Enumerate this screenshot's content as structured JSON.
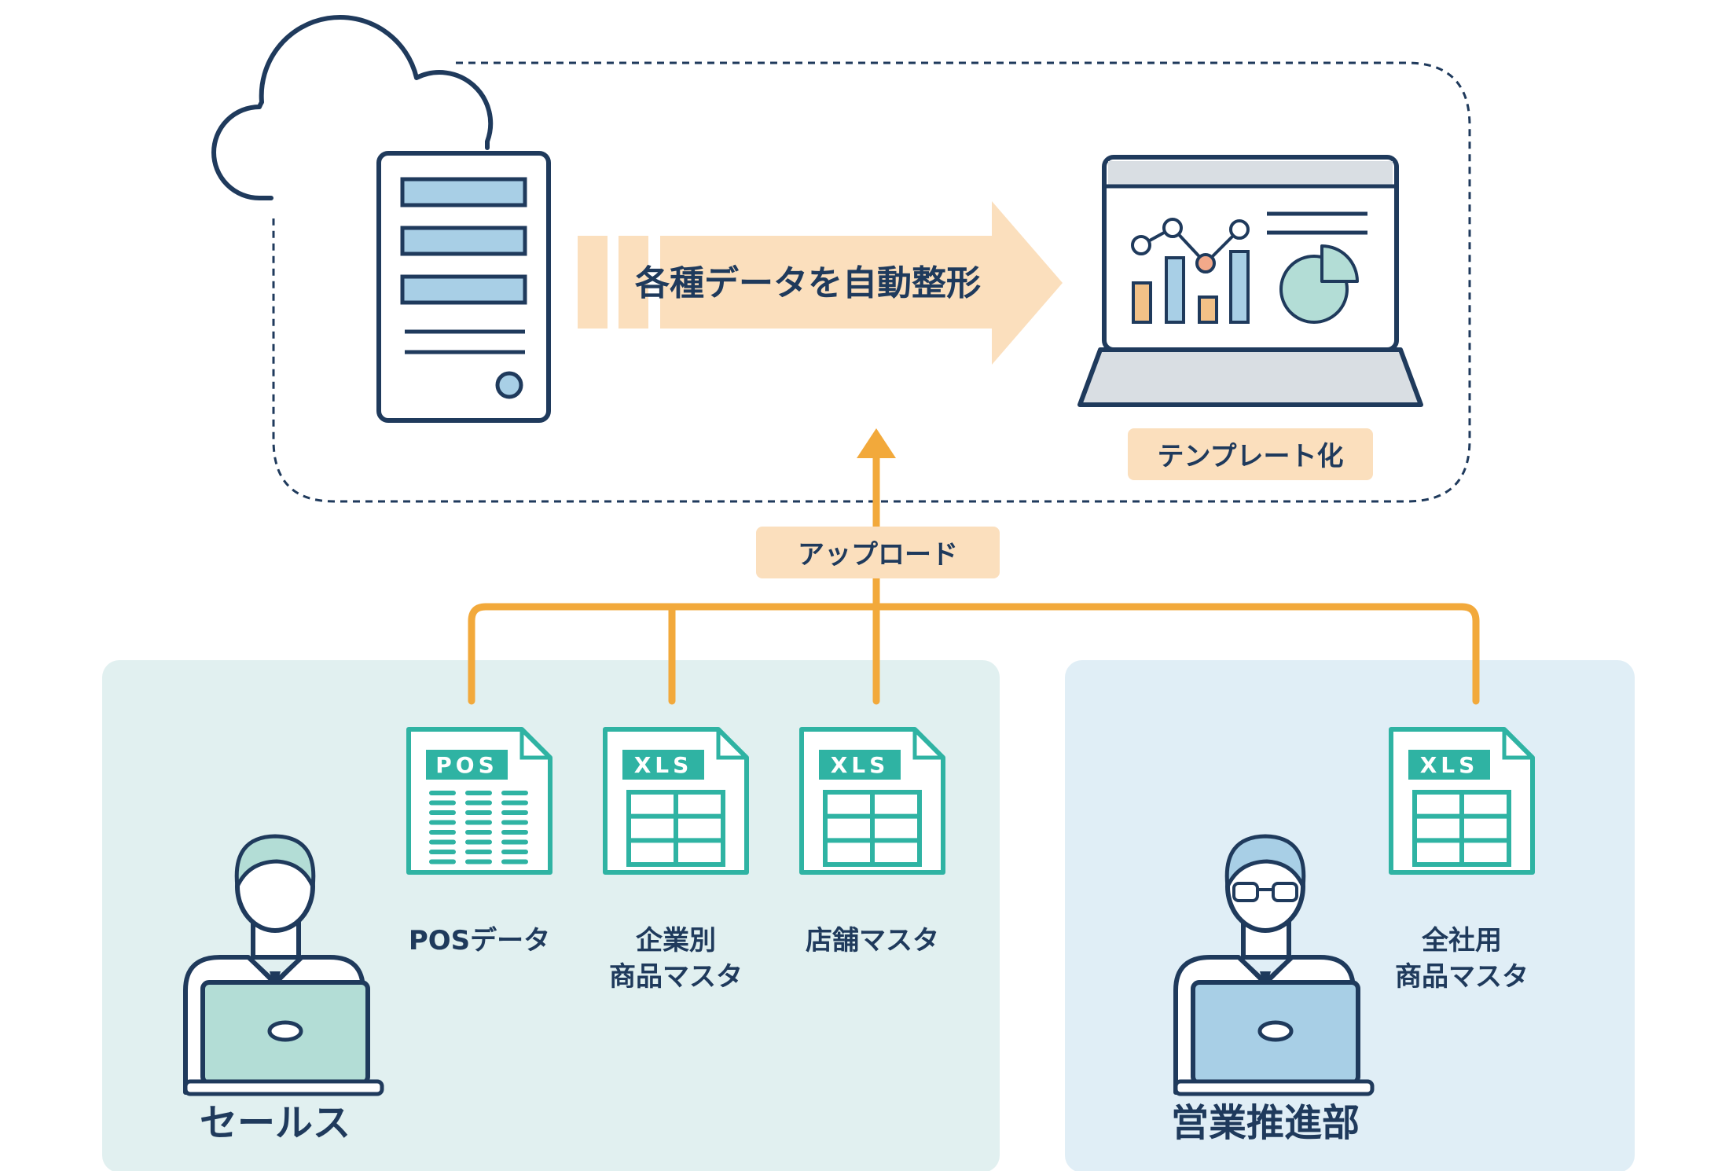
{
  "flow": {
    "transform_label": "各種データを自動整形",
    "template_label": "テンプレート化",
    "upload_label": "アップロード"
  },
  "files": [
    {
      "tag": "POS",
      "label": [
        "POSデータ"
      ]
    },
    {
      "tag": "XLS",
      "label": [
        "企業別",
        "商品マスタ"
      ]
    },
    {
      "tag": "XLS",
      "label": [
        "店舗マスタ"
      ]
    },
    {
      "tag": "XLS",
      "label": [
        "全社用",
        "商品マスタ"
      ]
    }
  ],
  "groups": {
    "sales": {
      "label": "セールス"
    },
    "business": {
      "label": "営業推進部"
    }
  },
  "colors": {
    "navy": "#1f3a5c",
    "orange": "#f2a93b",
    "peach": "#fbdfbd",
    "teal": "#2fb3a3",
    "sales_bg": "#e1f0f0",
    "business_bg": "#e0eef6",
    "light_blue": "#a8cfe6",
    "mint": "#b3ddd6"
  }
}
